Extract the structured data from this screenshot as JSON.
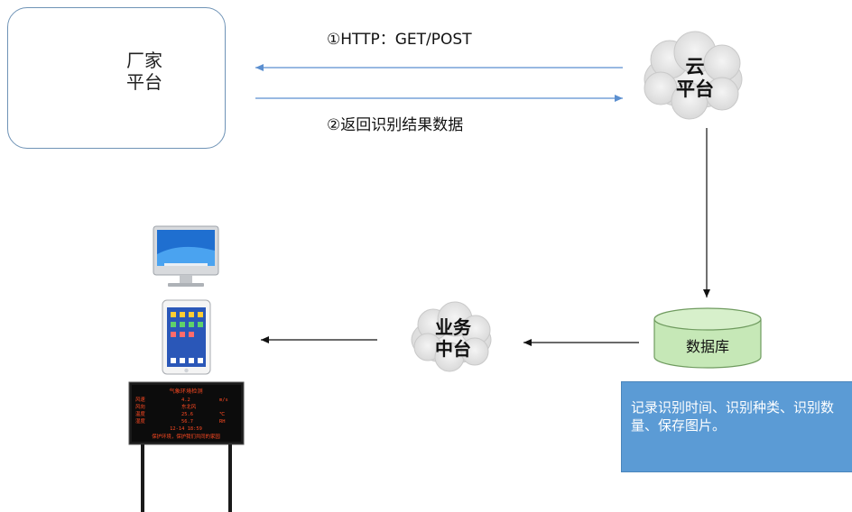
{
  "vendor_platform": {
    "line1": "厂家",
    "line2": "平台"
  },
  "cloud_platform": {
    "line1": "云",
    "line2": "平台"
  },
  "business_platform": {
    "line1": "业务",
    "line2": "中台"
  },
  "database": {
    "label": "数据库"
  },
  "arrow_request": {
    "label": "①HTTP：GET/POST"
  },
  "arrow_response": {
    "label": "②返回识别结果数据"
  },
  "note": {
    "text": "记录识别时间、识别种类、识别数量、保存图片。"
  },
  "led_board": {
    "title": "气象环境检测",
    "rows": [
      {
        "name": "风速",
        "value": "4.2",
        "unit": "m/s"
      },
      {
        "name": "风向",
        "value": "东北风",
        "unit": ""
      },
      {
        "name": "温度",
        "value": "25.6",
        "unit": "℃"
      },
      {
        "name": "湿度",
        "value": "56.7",
        "unit": "RH"
      }
    ],
    "datetime": "12-14 18:59",
    "slogan": "保护环境，保护我们共同的家园"
  },
  "colors": {
    "arrow_blue": "#5b8fd0",
    "box_border": "#6f93b6",
    "note_fill": "#5b9bd5",
    "db_fill": "#c6e8b7",
    "led_text": "#ff4a22"
  }
}
